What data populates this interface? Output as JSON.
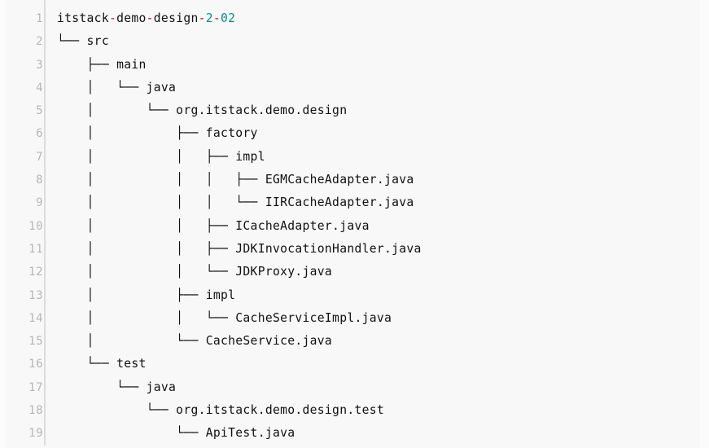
{
  "code_block": {
    "language": "text",
    "background_color": "#f8f8f8",
    "text_color": "#111111",
    "gutter": {
      "divider_color": "#dcdcdc",
      "number_color": "#b6b6b6",
      "line_numbers": [
        "1",
        "2",
        "3",
        "4",
        "5",
        "6",
        "7",
        "8",
        "9",
        "10",
        "11",
        "12",
        "13",
        "14",
        "15",
        "16",
        "17",
        "18",
        "19"
      ]
    },
    "syntax_colors": {
      "punctuation": "#a31515",
      "number": "#0f8a8a"
    },
    "root_line": {
      "segments": [
        {
          "text": "itstack",
          "type": "plain"
        },
        {
          "text": "-",
          "type": "punct"
        },
        {
          "text": "demo",
          "type": "plain"
        },
        {
          "text": "-",
          "type": "punct"
        },
        {
          "text": "design",
          "type": "plain"
        },
        {
          "text": "-",
          "type": "punct"
        },
        {
          "text": "2",
          "type": "num"
        },
        {
          "text": "-",
          "type": "punct"
        },
        {
          "text": "02",
          "type": "num"
        }
      ]
    },
    "lines": [
      "itstack-demo-design-2-02",
      "└── src",
      "    ├── main",
      "    │   └── java",
      "    │       └── org.itstack.demo.design",
      "    │           ├── factory",
      "    │           │   ├── impl",
      "    │           │   │   ├── EGMCacheAdapter.java",
      "    │           │   │   └── IIRCacheAdapter.java",
      "    │           │   ├── ICacheAdapter.java",
      "    │           │   ├── JDKInvocationHandler.java",
      "    │           │   └── JDKProxy.java",
      "    │           ├── impl",
      "    │           │   └── CacheServiceImpl.java",
      "    │           └── CacheService.java",
      "    └── test",
      "        └── java",
      "            └── org.itstack.demo.design.test",
      "                └── ApiTest.java"
    ]
  }
}
